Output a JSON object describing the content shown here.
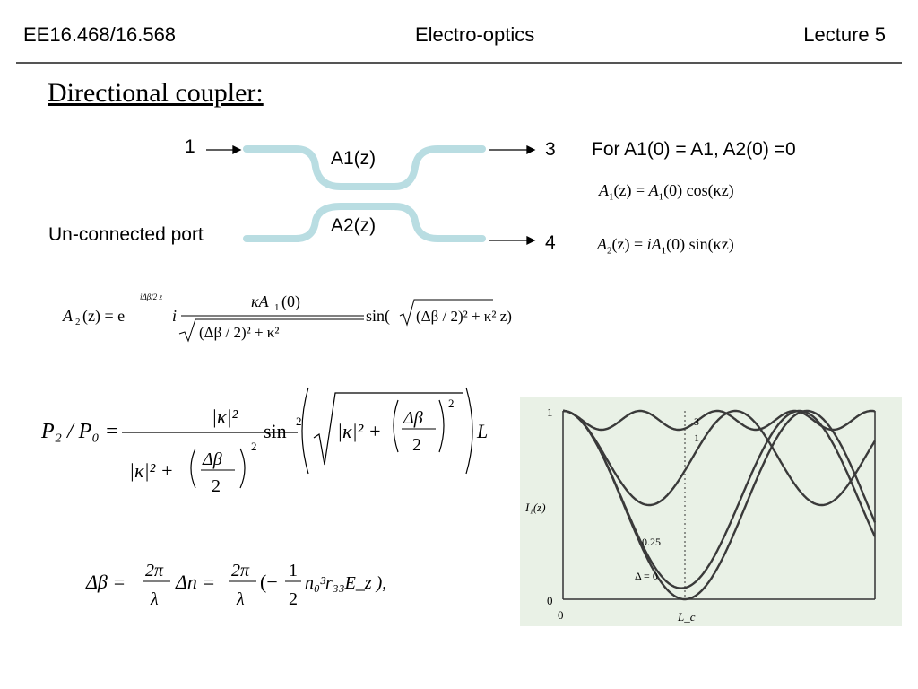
{
  "header": {
    "course": "EE16.468/16.568",
    "topic": "Electro-optics",
    "lecture": "Lecture 5"
  },
  "slide": {
    "title": "Directional coupler:"
  },
  "coupler": {
    "port1": "1",
    "port3": "3",
    "port4": "4",
    "unconnected": "Un-connected port",
    "wave1": "A1(z)",
    "wave2": "A2(z)",
    "condition": "For A1(0) = A1, A2(0) =0"
  },
  "equations": {
    "a1": {
      "lhs": "A",
      "sub": "1",
      "arg": "(z) = ",
      "rhs_a": "A",
      "rhs_sub": "1",
      "rhs_rest": "(0) cos(κz)"
    },
    "a2": {
      "lhs": "A",
      "sub": "2",
      "arg": "(z) = ",
      "rhs_a": "iA",
      "rhs_sub": "1",
      "rhs_rest": "(0) sin(κz)"
    },
    "general": {
      "lhs": "A",
      "lhs_sub": "2",
      "lhs_arg": "(z) = e",
      "exp": "iΔβ/2 z",
      "i": "i",
      "num": "κA",
      "num_sub": "1",
      "num_arg": "(0)",
      "den": "(Δβ / 2)² + κ²",
      "sin": "sin(",
      "sin_arg": "(Δβ / 2)² + κ² z)"
    },
    "power": {
      "lhs": "P₂ / P₀ =",
      "num": "|κ|²",
      "den_a": "|κ|² +",
      "frac_num": "Δβ",
      "frac_den": "2",
      "sq": "2",
      "sin": "sin",
      "sin_sq": "2",
      "root_a": "|κ|² +",
      "L": "L"
    },
    "deltabeta": {
      "lhs": "Δβ =",
      "f1_num": "2π",
      "f1_den": "λ",
      "mid": "Δn =",
      "f2_num": "2π",
      "f2_den": "λ",
      "paren": "(−",
      "f3_num": "1",
      "f3_den": "2",
      "tail": "n₀³r₃₃E_z ),"
    }
  },
  "plot": {
    "y_label": "I₁(z)",
    "y_ticks": [
      "1",
      "0"
    ],
    "x_ticks": [
      "0",
      "L_c"
    ],
    "curve_labels": [
      "3",
      "1",
      "0.25",
      "Δ = 0"
    ],
    "background": "#e9f1e6"
  },
  "chart_data": {
    "type": "line",
    "title": "",
    "xlabel": "",
    "ylabel": "I₁(z)",
    "x_unit_label": "L_c",
    "xlim": [
      0,
      3.2
    ],
    "ylim": [
      0,
      1
    ],
    "series": [
      {
        "name": "Δ = 0",
        "delta": 0
      },
      {
        "name": "0.25",
        "delta": 0.25
      },
      {
        "name": "1",
        "delta": 1
      },
      {
        "name": "3",
        "delta": 3
      }
    ]
  },
  "colors": {
    "waveguide": "#b9dde2",
    "rule": "#555555",
    "curve": "#3a3a3a"
  }
}
